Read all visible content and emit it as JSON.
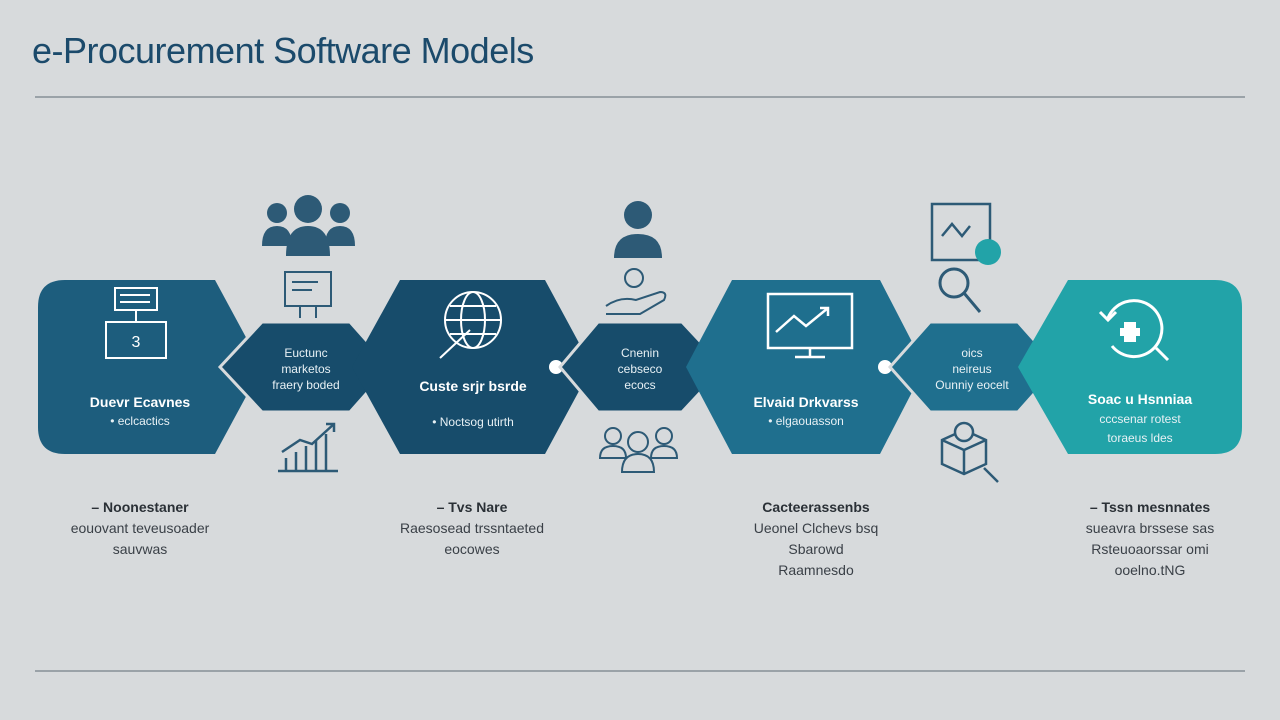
{
  "title": "e-Procurement Software Models",
  "colors": {
    "dark_blue": "#1d5d7d",
    "mid_blue": "#1f6f8e",
    "navy": "#174c6b",
    "teal": "#22a3a8",
    "icon": "#2d5a76",
    "line": "#9aa2a8"
  },
  "nodes": [
    {
      "title": "Duevr Ecavnes",
      "sub": "• eclcactics",
      "icon": "server-icon"
    },
    {
      "title": "Custe srjr bsrde",
      "sub": "• Noctsog utirth",
      "icon": "globe-icon"
    },
    {
      "title": "Elvaid Drkvarss",
      "sub": "• elgaouasson",
      "icon": "monitor-chart-icon"
    },
    {
      "title": "Soac u Hsnniaa",
      "sub": "cccsenar rotest",
      "sub2": "toraeus ldes",
      "icon": "refresh-search-icon"
    }
  ],
  "connectors": [
    {
      "lines": [
        "Euctunc",
        "marketos",
        "fraery boded"
      ]
    },
    {
      "lines": [
        "Cnenin",
        "cebseco",
        "ecocs"
      ]
    },
    {
      "lines": [
        "oics",
        "neireus",
        "Ounniy eocelt"
      ]
    }
  ],
  "captions": [
    {
      "title": "– Noonestaner",
      "lines": [
        "eouovant teveusoader",
        "sauvwas"
      ]
    },
    {
      "title": "– Tvs Nare",
      "lines": [
        "Raesosead trssntaeted",
        "eocowes"
      ]
    },
    {
      "title": "Cacteerassenbs",
      "lines": [
        "Ueonel Clchevs bsq",
        "Sbarowd",
        "Raamnesdo"
      ]
    },
    {
      "title": "– Tssn mesnnates",
      "lines": [
        "sueavra brssese sas",
        "Rsteuoaorssar omi",
        "ooelno.tNG"
      ]
    }
  ],
  "icons_above": [
    "people-group-icon",
    "person-icon",
    "chart-frame-icon"
  ],
  "icons_mid": [
    "whiteboard-icon",
    "hand-money-icon",
    "magnifier-icon"
  ],
  "icons_below": [
    "bar-chart-icon",
    "team-icon",
    "box-search-icon"
  ]
}
